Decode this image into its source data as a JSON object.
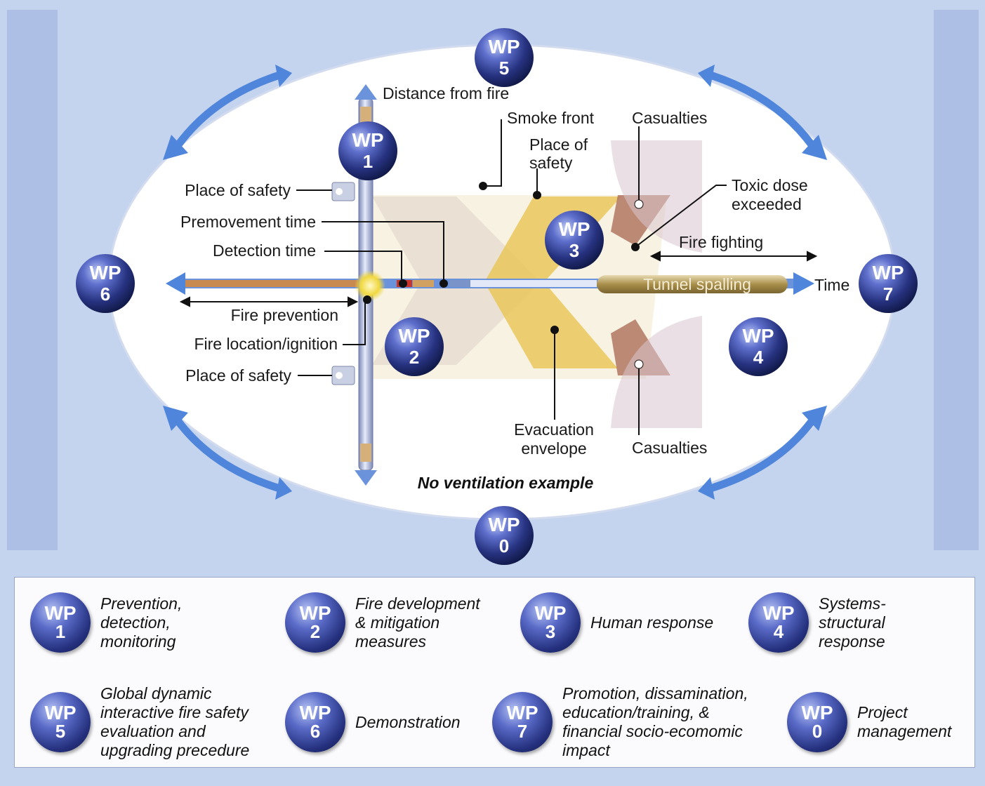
{
  "diagram": {
    "axes": {
      "y_label": "Distance from fire",
      "x_label": "Time"
    },
    "labels": {
      "smoke_front": "Smoke front",
      "casualties_top": "Casualties",
      "place_of_safety_right": "Place of\nsafety",
      "toxic_dose": "Toxic dose\nexceeded",
      "fire_fighting": "Fire fighting",
      "tunnel_spalling": "Tunnel spalling",
      "place_of_safety_top": "Place of safety",
      "premovement_time": "Premovement time",
      "detection_time": "Detection time",
      "fire_prevention": "Fire prevention",
      "fire_location": "Fire location/ignition",
      "place_of_safety_bottom": "Place of safety",
      "evacuation_envelope": "Evacuation\nenvelope",
      "casualties_bottom": "Casualties",
      "caption": "No ventilation example"
    },
    "wp_prefix": "WP",
    "ring_wps": [
      "5",
      "6",
      "7",
      "0"
    ],
    "inner_wps": [
      "1",
      "2",
      "3",
      "4"
    ]
  },
  "legend": {
    "items": [
      {
        "wp": "WP",
        "num": "1",
        "text": "Prevention,\ndetection,\nmonitoring"
      },
      {
        "wp": "WP",
        "num": "2",
        "text": "Fire development\n& mitigation\nmeasures"
      },
      {
        "wp": "WP",
        "num": "3",
        "text": "Human response"
      },
      {
        "wp": "WP",
        "num": "4",
        "text": "Systems-\nstructural\nresponse"
      },
      {
        "wp": "WP",
        "num": "5",
        "text": "Global dynamic\ninteractive fire safety\nevaluation and\nupgrading precedure"
      },
      {
        "wp": "WP",
        "num": "6",
        "text": "Demonstration"
      },
      {
        "wp": "WP",
        "num": "7",
        "text": "Promotion, dissamination,\neducation/training, &\nfinancial socio-ecomomic\nimpact"
      },
      {
        "wp": "WP",
        "num": "0",
        "text": "Project\nmanagement"
      }
    ]
  }
}
